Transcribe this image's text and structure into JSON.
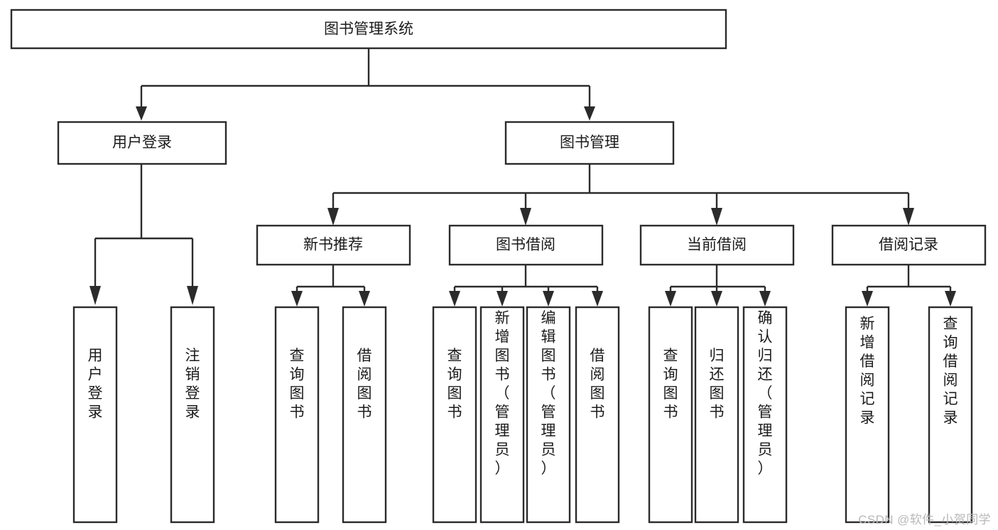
{
  "diagram": {
    "title": "图书管理系统",
    "type": "tree-hierarchy-functional-decomposition",
    "root": {
      "id": "root",
      "label": "图书管理系统"
    },
    "level2": [
      {
        "id": "user-login",
        "label": "用户登录"
      },
      {
        "id": "book-management",
        "label": "图书管理"
      }
    ],
    "level3": [
      {
        "id": "new-book-recommend",
        "label": "新书推荐",
        "parent": "book-management"
      },
      {
        "id": "book-borrow",
        "label": "图书借阅",
        "parent": "book-management"
      },
      {
        "id": "current-borrow",
        "label": "当前借阅",
        "parent": "book-management"
      },
      {
        "id": "borrow-record",
        "label": "借阅记录",
        "parent": "book-management"
      }
    ],
    "leaves": {
      "user-login": [
        {
          "id": "leaf-user-login",
          "label": "用户登录"
        },
        {
          "id": "leaf-logout",
          "label": "注销登录"
        }
      ],
      "new-book-recommend": [
        {
          "id": "leaf-query-book-1",
          "label": "查询图书"
        },
        {
          "id": "leaf-borrow-book-1",
          "label": "借阅图书"
        }
      ],
      "book-borrow": [
        {
          "id": "leaf-query-book-2",
          "label": "查询图书"
        },
        {
          "id": "leaf-add-book",
          "label": "新增图书（管理员）"
        },
        {
          "id": "leaf-edit-book",
          "label": "编辑图书（管理员）"
        },
        {
          "id": "leaf-borrow-book-2",
          "label": "借阅图书"
        }
      ],
      "current-borrow": [
        {
          "id": "leaf-query-book-3",
          "label": "查询图书"
        },
        {
          "id": "leaf-return-book",
          "label": "归还图书"
        },
        {
          "id": "leaf-confirm-return",
          "label": "确认归还（管理员）"
        }
      ],
      "borrow-record": [
        {
          "id": "leaf-add-record",
          "label": "新增借阅记录"
        },
        {
          "id": "leaf-query-record",
          "label": "查询借阅记录"
        }
      ]
    }
  },
  "watermark": {
    "text": "CSDN @软件_小贺同学"
  },
  "colors": {
    "stroke": "#2b2b2b",
    "fill": "#ffffff",
    "text": "#1b1b1b",
    "watermark": "#b8b8b8"
  }
}
